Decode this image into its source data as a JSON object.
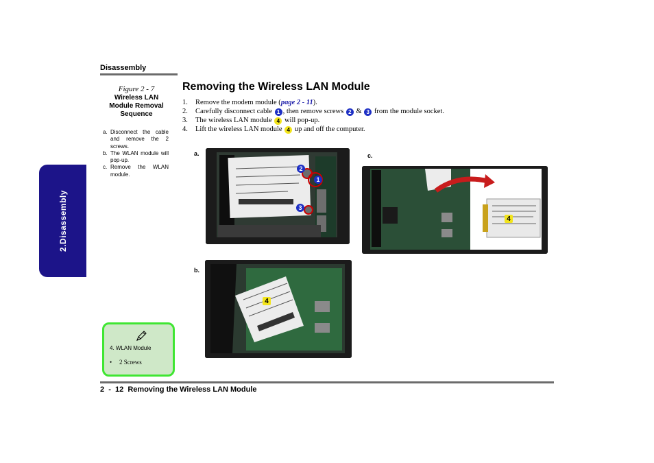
{
  "header": {
    "section": "Disassembly"
  },
  "side_tab": {
    "label": "2.Disassembly"
  },
  "figure": {
    "number": "Figure 2 - 7",
    "title_lines": [
      "Wireless LAN",
      "Module Removal",
      "Sequence"
    ],
    "notes": [
      {
        "marker": "a.",
        "text": "Disconnect the cable and remove the 2 screws."
      },
      {
        "marker": "b.",
        "text": "The WLAN module will pop-up."
      },
      {
        "marker": "c.",
        "text": "Remove the WLAN module."
      }
    ]
  },
  "main": {
    "title": "Removing the Wireless LAN Module",
    "steps": {
      "s1": {
        "num": "1.",
        "text_a": "Remove the modem module (",
        "link": "page 2 - 11",
        "text_b": ")."
      },
      "s2": {
        "num": "2.",
        "text_a": "Carefully disconnect cable",
        "c1": "1",
        "text_b": ", then remove screws",
        "c2": "2",
        "text_c": "&",
        "c3": "3",
        "text_d": "from the module socket."
      },
      "s3": {
        "num": "3.",
        "text_a": "The wireless LAN module",
        "c1": "4",
        "text_b": "will pop-up."
      },
      "s4": {
        "num": "4.",
        "text_a": "Lift the wireless LAN module",
        "c1": "4",
        "text_b": "up and off the computer."
      }
    }
  },
  "photos": {
    "a": {
      "label": "a.",
      "callouts": [
        "2",
        "1",
        "3"
      ]
    },
    "b": {
      "label": "b.",
      "callouts": [
        "4"
      ]
    },
    "c": {
      "label": "c.",
      "callouts": [
        "4"
      ]
    }
  },
  "note_box": {
    "icon": "pencil-icon",
    "title": "4. WLAN Module",
    "bullet": "•",
    "item": "2 Screws"
  },
  "footer": {
    "text": "2  -  12  Removing the Wireless LAN Module"
  },
  "colors": {
    "side_tab": "#1c1489",
    "rule": "#6b6b6b",
    "note_bg": "#cfe8c8",
    "note_border": "#3fe632",
    "callout_blue": "#1d2fc4",
    "callout_yellow": "#f2e41b",
    "link": "#1a1aa8"
  }
}
